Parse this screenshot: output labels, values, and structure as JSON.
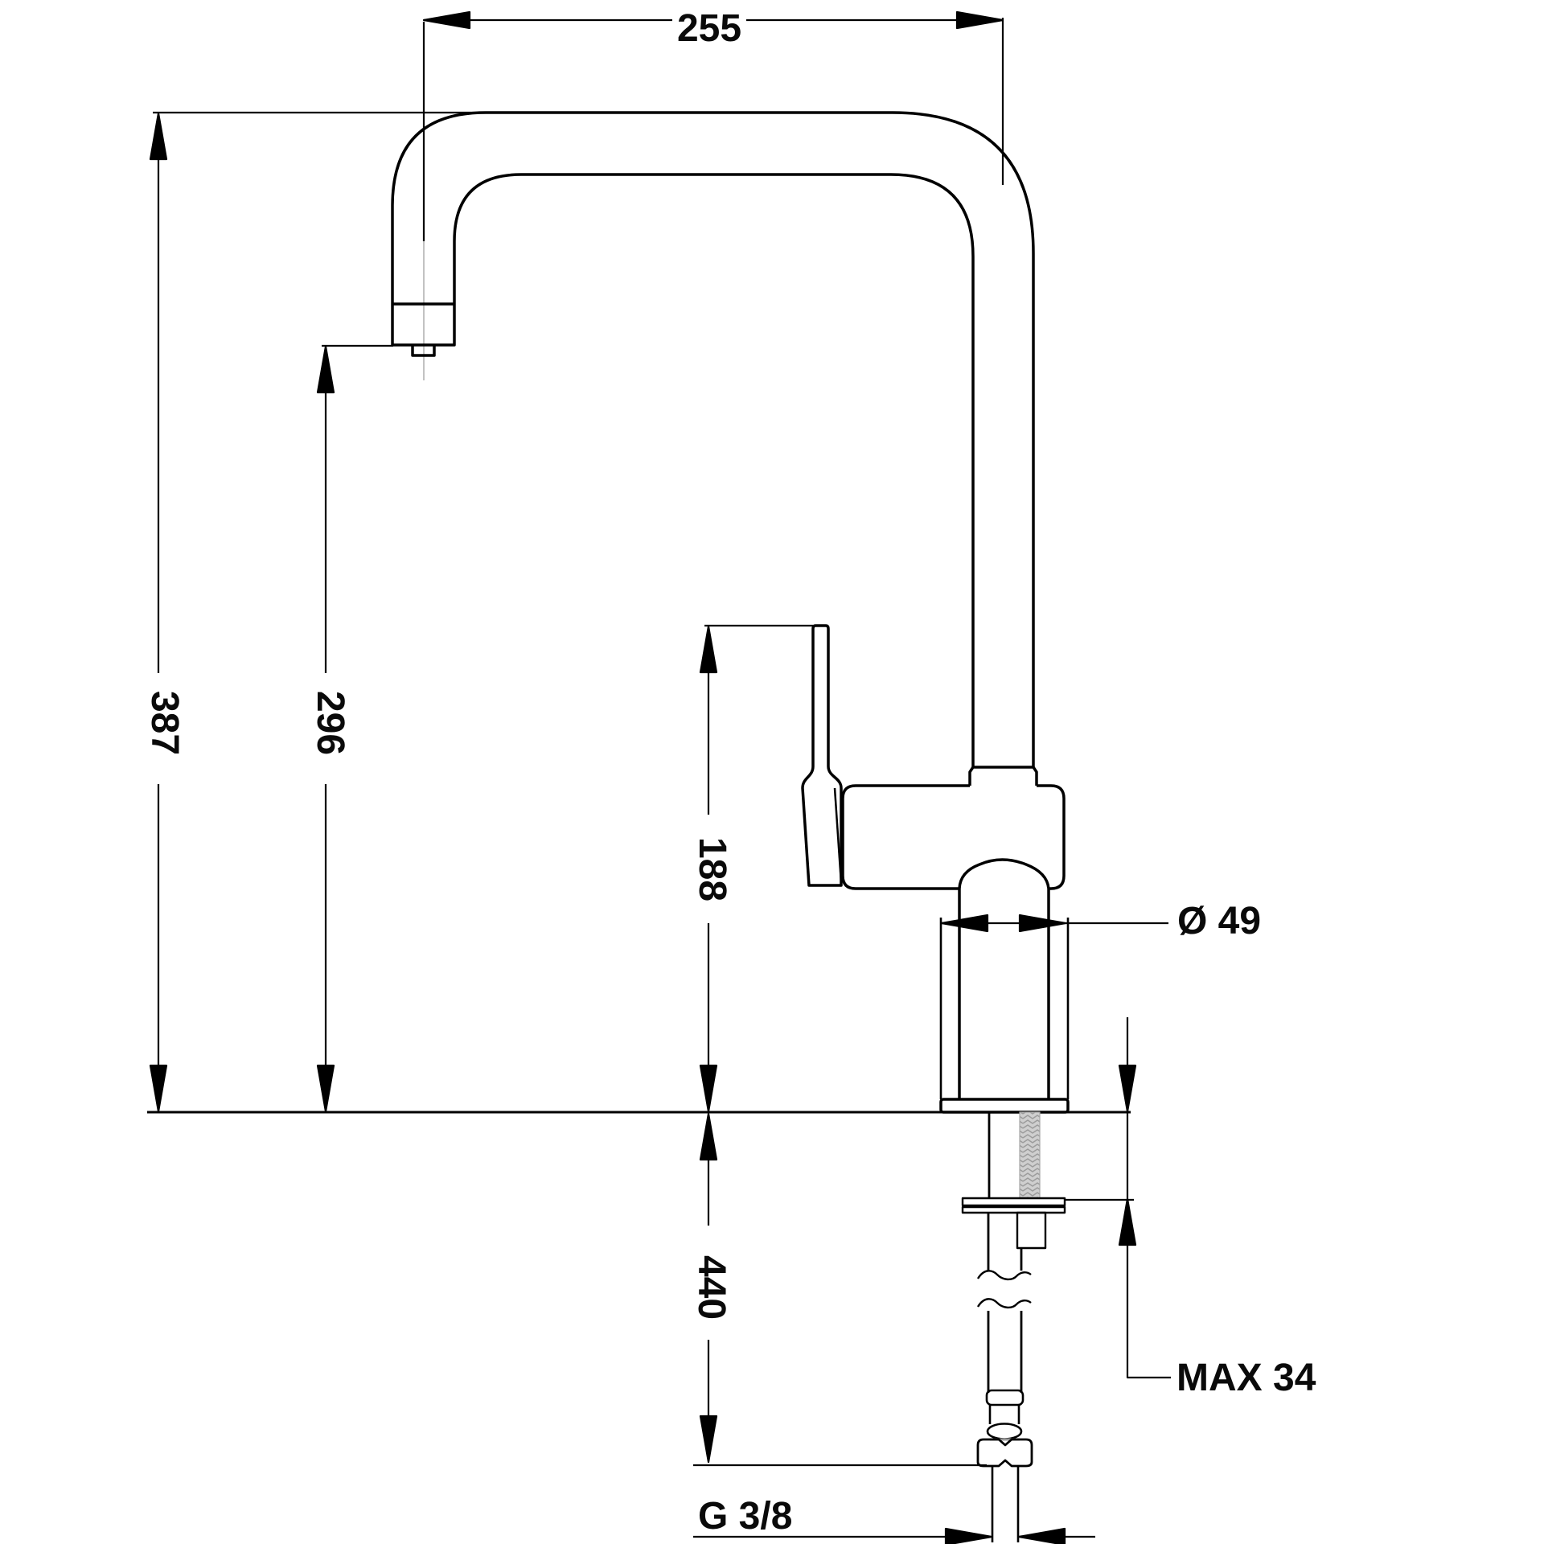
{
  "drawing": {
    "title": "single-lever-kitchen-mixer-tap-dimension-drawing",
    "view": "side-elevation",
    "units": "mm",
    "background_color": "#ffffff",
    "line_color": "#000000",
    "thread_fill_color": "#cfcfcf",
    "centerline_color": "#c2c2c2",
    "dimensions": {
      "spout_reach": {
        "label": "255",
        "orientation": "horizontal"
      },
      "total_height": {
        "label": "387",
        "orientation": "vertical"
      },
      "spout_outlet_height": {
        "label": "296",
        "orientation": "vertical"
      },
      "lever_height": {
        "label": "188",
        "orientation": "vertical"
      },
      "base_diameter": {
        "label": "Ø 49",
        "orientation": "horizontal"
      },
      "hose_length": {
        "label": "440",
        "orientation": "vertical"
      },
      "max_counter_thickness": {
        "label": "MAX 34",
        "orientation": "horizontal"
      },
      "connection_thread": {
        "label": "G 3/8",
        "orientation": "horizontal"
      }
    }
  }
}
